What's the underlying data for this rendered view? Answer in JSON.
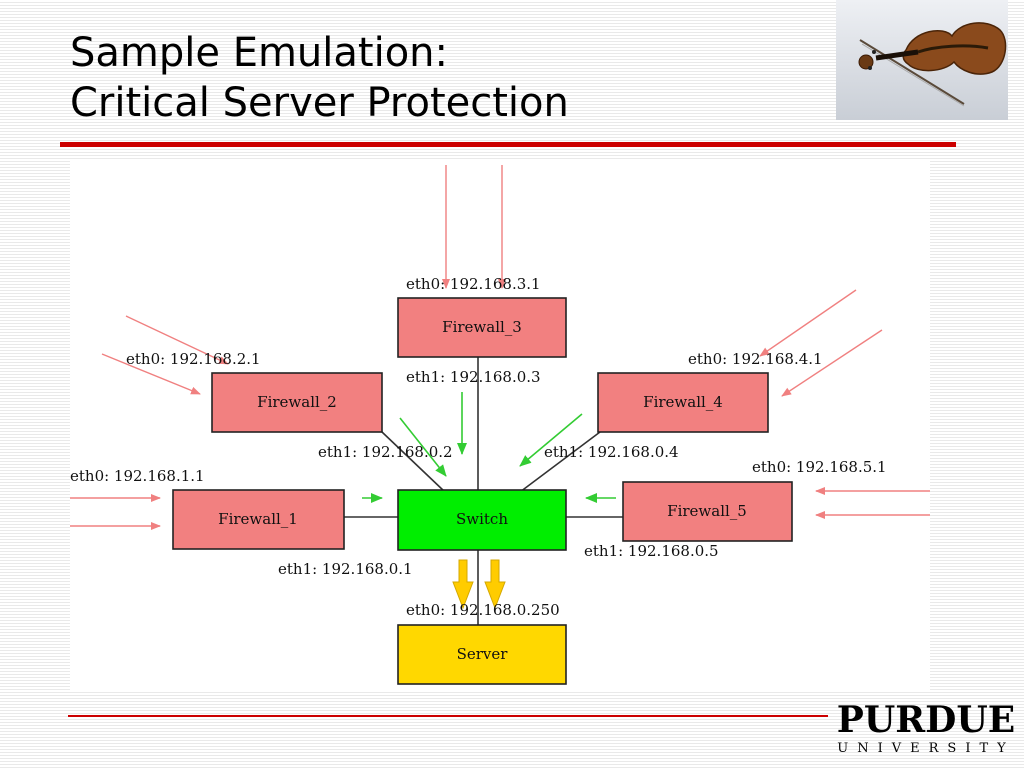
{
  "slide": {
    "title_line1": "Sample Emulation:",
    "title_line2": "Critical Server Protection"
  },
  "colors": {
    "rule": "#cc0000",
    "firewall_fill": "#f28080",
    "switch_fill": "#00ee00",
    "server_fill": "#ffd800",
    "node_stroke": "#222222",
    "link": "#333333",
    "traffic_arrow": "#f08080",
    "green_arrow": "#33cc33",
    "yellow_arrow": "#ffcc00"
  },
  "diagram": {
    "nodes": {
      "firewall_1": "Firewall_1",
      "firewall_2": "Firewall_2",
      "firewall_3": "Firewall_3",
      "firewall_4": "Firewall_4",
      "firewall_5": "Firewall_5",
      "switch": "Switch",
      "server": "Server"
    },
    "interfaces": {
      "fw1_eth0": "eth0: 192.168.1.1",
      "fw1_eth1": "eth1: 192.168.0.1",
      "fw2_eth0": "eth0: 192.168.2.1",
      "fw2_eth1": "eth1: 192.168.0.2",
      "fw3_eth0": "eth0: 192.168.3.1",
      "fw3_eth1": "eth1: 192.168.0.3",
      "fw4_eth0": "eth0: 192.168.4.1",
      "fw4_eth1": "eth1: 192.168.0.4",
      "fw5_eth0": "eth0: 192.168.5.1",
      "fw5_eth1": "eth1: 192.168.0.5",
      "server_eth0": "eth0: 192.168.0.250"
    }
  },
  "logo": {
    "name": "PURDUE",
    "subtitle": "UNIVERSITY"
  }
}
